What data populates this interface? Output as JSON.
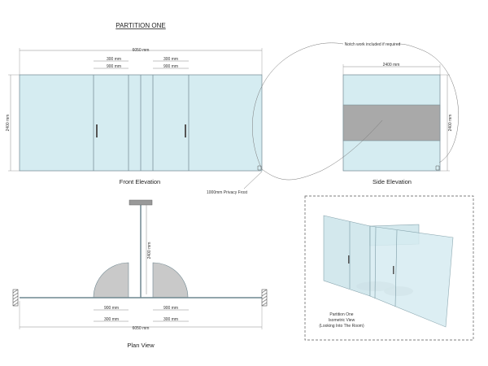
{
  "title": "PARTITION ONE",
  "colors": {
    "glass": "#d5ecf1",
    "frost": "#a9a9a9",
    "line": "#6f8790",
    "dim_line": "#888888",
    "quadrant": "#c9c9c9",
    "iso_glass": "#cfe6ec"
  },
  "front_elevation": {
    "label": "Front Elevation",
    "dim_total": "6050 mm",
    "dim_300_left": "300 mm",
    "dim_300_right": "300 mm",
    "dim_900_left": "900 mm",
    "dim_900_right": "900 mm",
    "dim_height": "2400 mm"
  },
  "side_elevation": {
    "label": "Side Elevation",
    "dim_width": "2400 mm",
    "dim_height": "2400 mm"
  },
  "plan_view": {
    "label": "Plan View",
    "dim_height": "2400 mm",
    "dim_900_left": "900 mm",
    "dim_900_right": "900 mm",
    "dim_300_left": "300 mm",
    "dim_300_right": "300 mm",
    "dim_total": "6050 mm"
  },
  "annotations": {
    "notch": "Notch work included if required",
    "frost": "1000mm Privacy Frost"
  },
  "isometric": {
    "line1": "Partition One",
    "line2": "Isometric View",
    "line3": "(Looking Into The Room)"
  }
}
